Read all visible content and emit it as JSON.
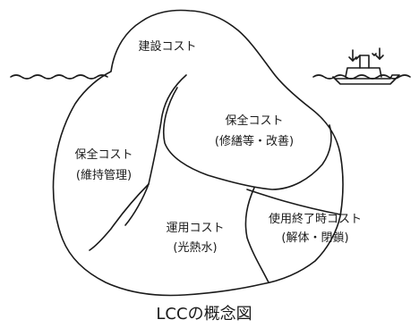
{
  "regions": {
    "construction": "建設コスト",
    "maintenance_upper": [
      "保全コスト",
      "(修繕等・改善)"
    ],
    "maintenance_left": [
      "保全コスト",
      "(維持管理)"
    ],
    "operation": [
      "運用コスト",
      "(光熱水)"
    ],
    "end_of_life": [
      "使用終了時コスト",
      "(解体・閉鎖)"
    ]
  },
  "caption": "LCCの概念図"
}
